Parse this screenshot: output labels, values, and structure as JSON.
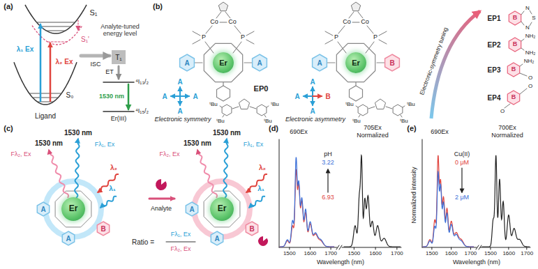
{
  "diagram": {
    "nodes": [
      {
        "text": [
          "T₁"
        ]
      },
      {
        "text": [
          "Er"
        ]
      },
      {
        "text": [
          "Er"
        ]
      },
      {
        "text": [
          "Er"
        ]
      },
      {
        "text": [
          "Er"
        ]
      }
    ],
    "labels": [
      "(a)",
      "S₁",
      "Analyte-tuned energy level",
      "S₁'",
      "λ₁ Ex",
      "λ₂ Ex",
      "ISC",
      "ET",
      "⁴I₁₃/₂",
      "1530 nm",
      "⁴I₁₅/₂",
      "Er(III)",
      "Ligand",
      "S₀",
      "(b)",
      "Co",
      "Co",
      "P",
      "P",
      "A",
      "A",
      "EP0",
      "A",
      "A",
      "A",
      "A",
      "Electronic symmetry",
      "ᵗBu",
      "ᵗBu",
      "ᵗBu",
      "ᵗBu",
      "Co",
      "Co",
      "P",
      "P",
      "A",
      "B",
      "A",
      "A",
      "B",
      "A",
      "Electronic asymmetry",
      "ᵗBu",
      "ᵗBu",
      "ᵗBu",
      "ᵗBu",
      "Electronic-symmetry tuning",
      "EP1",
      "EP2",
      "EP3",
      "EP4",
      "B",
      "N",
      "S",
      "N",
      "B",
      "NH₂",
      "NH₂",
      "B",
      "NH₂",
      "O",
      "B",
      "O",
      "O",
      "(c)",
      "1530 nm",
      "1530 nm",
      "Fλ₂, Ex",
      "Fλ₁, Ex",
      "λ₂",
      "λ₁",
      "A",
      "A",
      "B",
      "Analyte",
      "Ratio =",
      "Fλ₁, Ex",
      "Fλ₂, Ex",
      "1530 nm",
      "1530 nm",
      "Fλ₂, Ex",
      "Fλ₁, Ex",
      "λ₂",
      "λ₁",
      "A",
      "A",
      "B",
      "(d)",
      "690Ex",
      "705Ex",
      "Normalized",
      "pH",
      "3.22",
      "6.93",
      "1500",
      "1600",
      "1700",
      "1500",
      "1600",
      "1700",
      "Wavelength (nm)",
      "(e)",
      "Normalized intensity",
      "690Ex",
      "700Ex",
      "Normalized",
      "Cu(II)",
      "0 μM",
      "2 μM",
      "1500",
      "1600",
      "1700",
      "1500",
      "1600",
      "1700",
      "Wavelength (nm)"
    ]
  }
}
